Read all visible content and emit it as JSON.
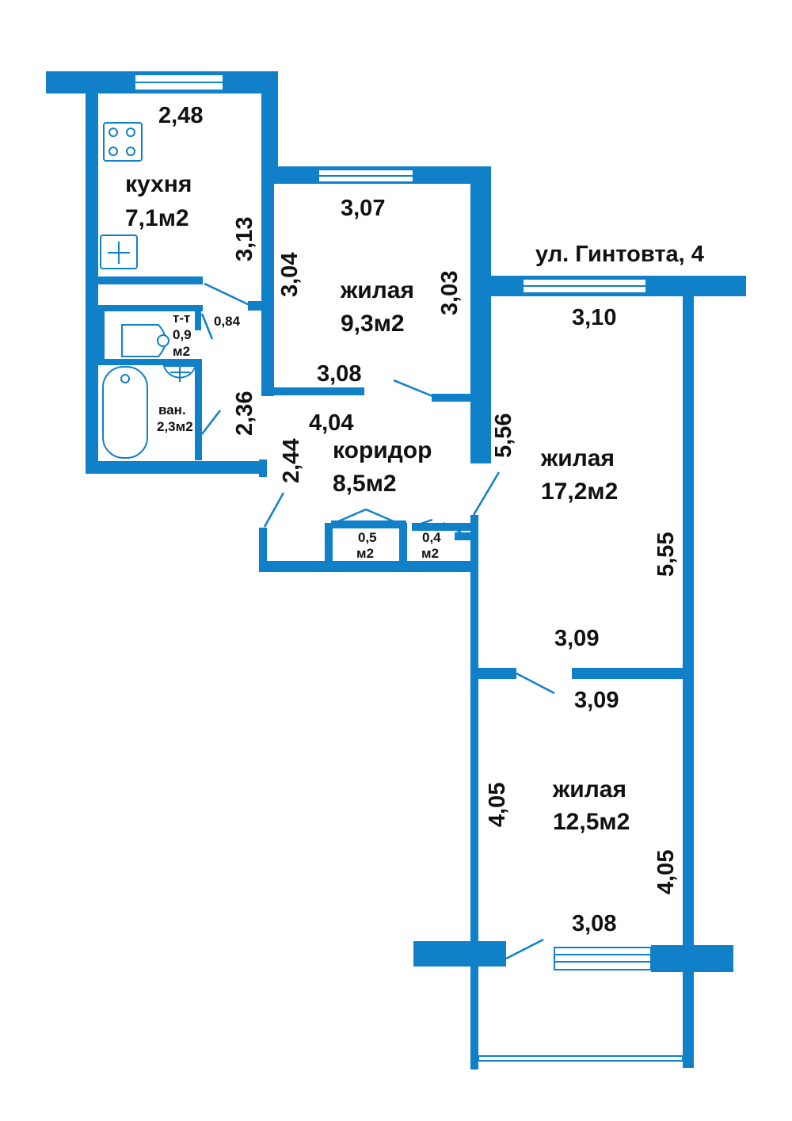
{
  "colors": {
    "wall": "#1080c8",
    "text": "#111111",
    "background": "#ffffff"
  },
  "address": "ул. Гинтовта, 4",
  "rooms": {
    "kitchen": {
      "name": "кухня",
      "area": "7,1м2"
    },
    "living1": {
      "name": "жилая",
      "area": "9,3м2"
    },
    "living2": {
      "name": "жилая",
      "area": "17,2м2"
    },
    "living3": {
      "name": "жилая",
      "area": "12,5м2"
    },
    "corridor": {
      "name": "коридор",
      "area": "8,5м2"
    },
    "toilet": {
      "name": "т-т",
      "area_num": "0,9",
      "area_unit": "м2"
    },
    "bath": {
      "name": "ван.",
      "area": "2,3м2"
    },
    "closet1": {
      "num": "0,5",
      "unit": "м2"
    },
    "closet2": {
      "num": "0,4",
      "unit": "м2"
    }
  },
  "dimensions": {
    "kitchen_top": "2,48",
    "kitchen_side": "3,13",
    "toilet_door": "0,84",
    "bath_side": "2,36",
    "living1_top": "3,07",
    "living1_left": "3,04",
    "living1_right": "3,03",
    "living1_bottom": "3,08",
    "corridor_top": "4,04",
    "corridor_left": "2,44",
    "corridor_right": "5,56",
    "living2_top": "3,10",
    "living2_right": "5,55",
    "living2_bottom": "3,09",
    "living3_top": "3,09",
    "living3_left": "4,05",
    "living3_right": "4,05",
    "living3_bottom": "3,08"
  }
}
